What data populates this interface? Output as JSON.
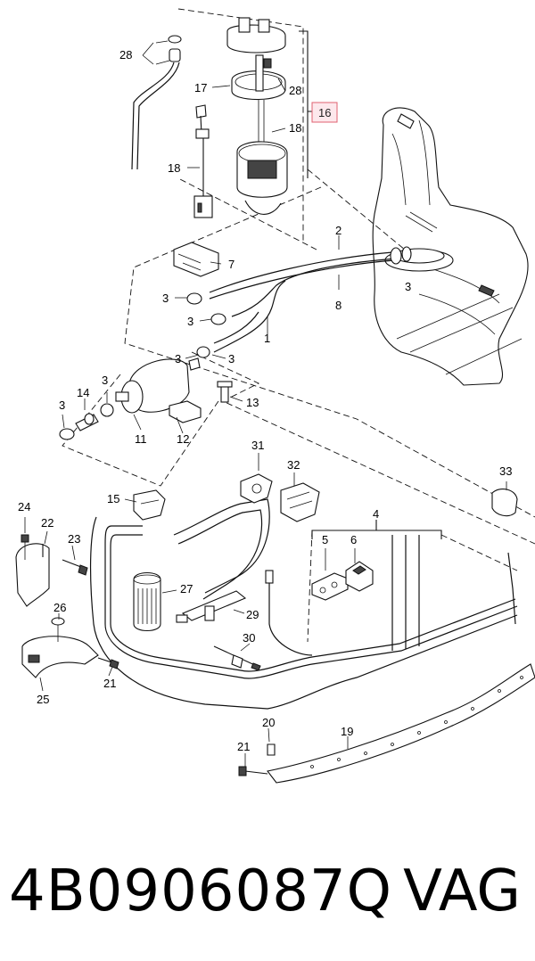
{
  "diagram": {
    "labels": {
      "p28a": "28",
      "p28b": "28",
      "p17": "17",
      "p16": "16",
      "p18a": "18",
      "p18b": "18",
      "p2": "2",
      "p7": "7",
      "p3a": "3",
      "p3b": "3",
      "p3c": "3",
      "p3d": "3",
      "p3e": "3",
      "p3f": "3",
      "p1": "1",
      "p8": "8",
      "p14": "14",
      "p11": "11",
      "p12": "12",
      "p13": "13",
      "p31": "31",
      "p32": "32",
      "p33": "33",
      "p15": "15",
      "p24": "24",
      "p22": "22",
      "p23": "23",
      "p4": "4",
      "p5": "5",
      "p6": "6",
      "p27": "27",
      "p29": "29",
      "p26": "26",
      "p30": "30",
      "p21a": "21",
      "p25": "25",
      "p20": "20",
      "p19": "19",
      "p21b": "21"
    },
    "highlight_color": "#e06070"
  },
  "footer": {
    "part_number": "4B0906087Q",
    "brand": "VAG"
  }
}
